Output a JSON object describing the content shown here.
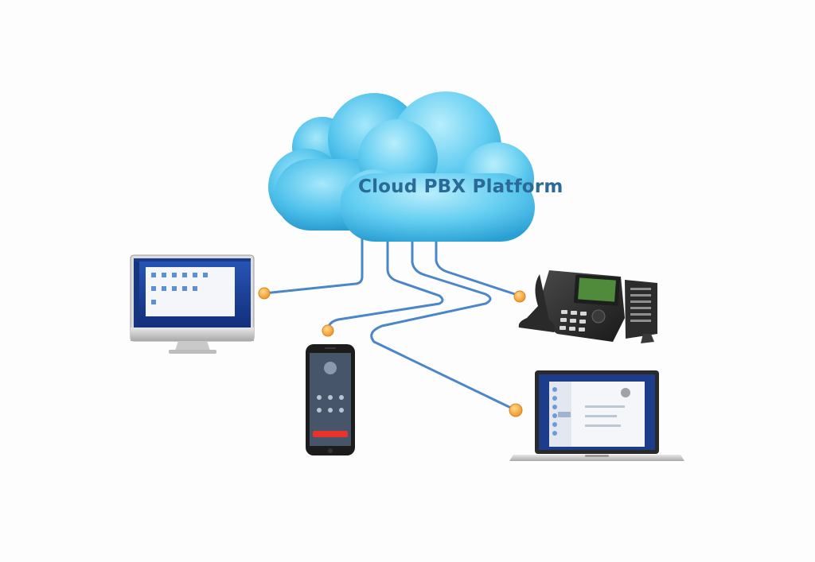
{
  "diagram": {
    "title": "Cloud PBX Platform",
    "colors": {
      "background": "#fdfdfd",
      "cloud_light": "#8fe0f7",
      "cloud_dark": "#2aa6d8",
      "cable": "#4a86c8",
      "node": "#f2a73a",
      "title_text": "#2b6a96"
    },
    "nodes": [
      {
        "id": "desktop",
        "icon": "desktop-monitor-icon"
      },
      {
        "id": "smartphone",
        "icon": "smartphone-icon"
      },
      {
        "id": "desk-phone",
        "icon": "ip-desk-phone-icon"
      },
      {
        "id": "laptop",
        "icon": "laptop-icon"
      }
    ]
  }
}
